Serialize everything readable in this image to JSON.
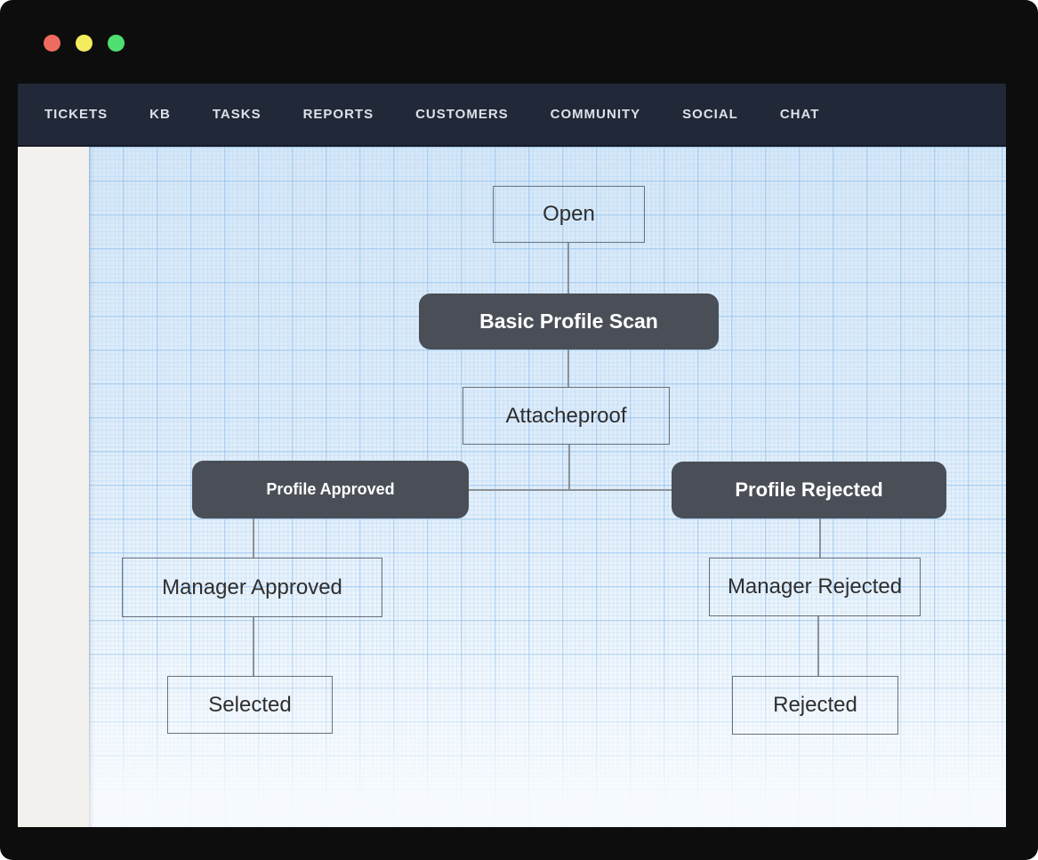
{
  "window": {
    "traffic_lights": [
      {
        "name": "close-button",
        "color": "#ee6b60"
      },
      {
        "name": "minimize-button",
        "color": "#f3ec5f"
      },
      {
        "name": "zoom-button",
        "color": "#4fdf70"
      }
    ]
  },
  "navbar": {
    "background": "#212838",
    "text_color": "#dde1e8",
    "items": [
      {
        "label": "TICKETS"
      },
      {
        "label": "KB"
      },
      {
        "label": "TASKS"
      },
      {
        "label": "REPORTS"
      },
      {
        "label": "CUSTOMERS"
      },
      {
        "label": "COMMUNITY"
      },
      {
        "label": "SOCIAL"
      },
      {
        "label": "CHAT"
      }
    ]
  },
  "flowchart": {
    "canvas_style": "blue-graph-paper",
    "node_colors": {
      "dark_fill": "#4a4f57",
      "dark_text": "#ffffff",
      "outline_border": "#67707a",
      "outline_text": "#2e2e30",
      "connector": "#8b9196"
    },
    "nodes": [
      {
        "id": "open",
        "label": "Open",
        "style": "outline"
      },
      {
        "id": "basic-profile-scan",
        "label": "Basic Profile Scan",
        "style": "dark"
      },
      {
        "id": "attacheproof",
        "label": "Attacheproof",
        "style": "outline"
      },
      {
        "id": "profile-approved",
        "label": "Profile Approved",
        "style": "dark"
      },
      {
        "id": "profile-rejected",
        "label": "Profile Rejected",
        "style": "dark"
      },
      {
        "id": "manager-approved",
        "label": "Manager Approved",
        "style": "outline"
      },
      {
        "id": "manager-rejected",
        "label": "Manager Rejected",
        "style": "outline"
      },
      {
        "id": "selected",
        "label": "Selected",
        "style": "outline"
      },
      {
        "id": "rejected",
        "label": "Rejected",
        "style": "outline"
      }
    ],
    "edges": [
      {
        "from": "open",
        "to": "basic-profile-scan"
      },
      {
        "from": "basic-profile-scan",
        "to": "attacheproof"
      },
      {
        "from": "attacheproof",
        "to": "profile-approved"
      },
      {
        "from": "attacheproof",
        "to": "profile-rejected"
      },
      {
        "from": "profile-approved",
        "to": "manager-approved"
      },
      {
        "from": "manager-approved",
        "to": "selected"
      },
      {
        "from": "profile-rejected",
        "to": "manager-rejected"
      },
      {
        "from": "manager-rejected",
        "to": "rejected"
      }
    ]
  }
}
